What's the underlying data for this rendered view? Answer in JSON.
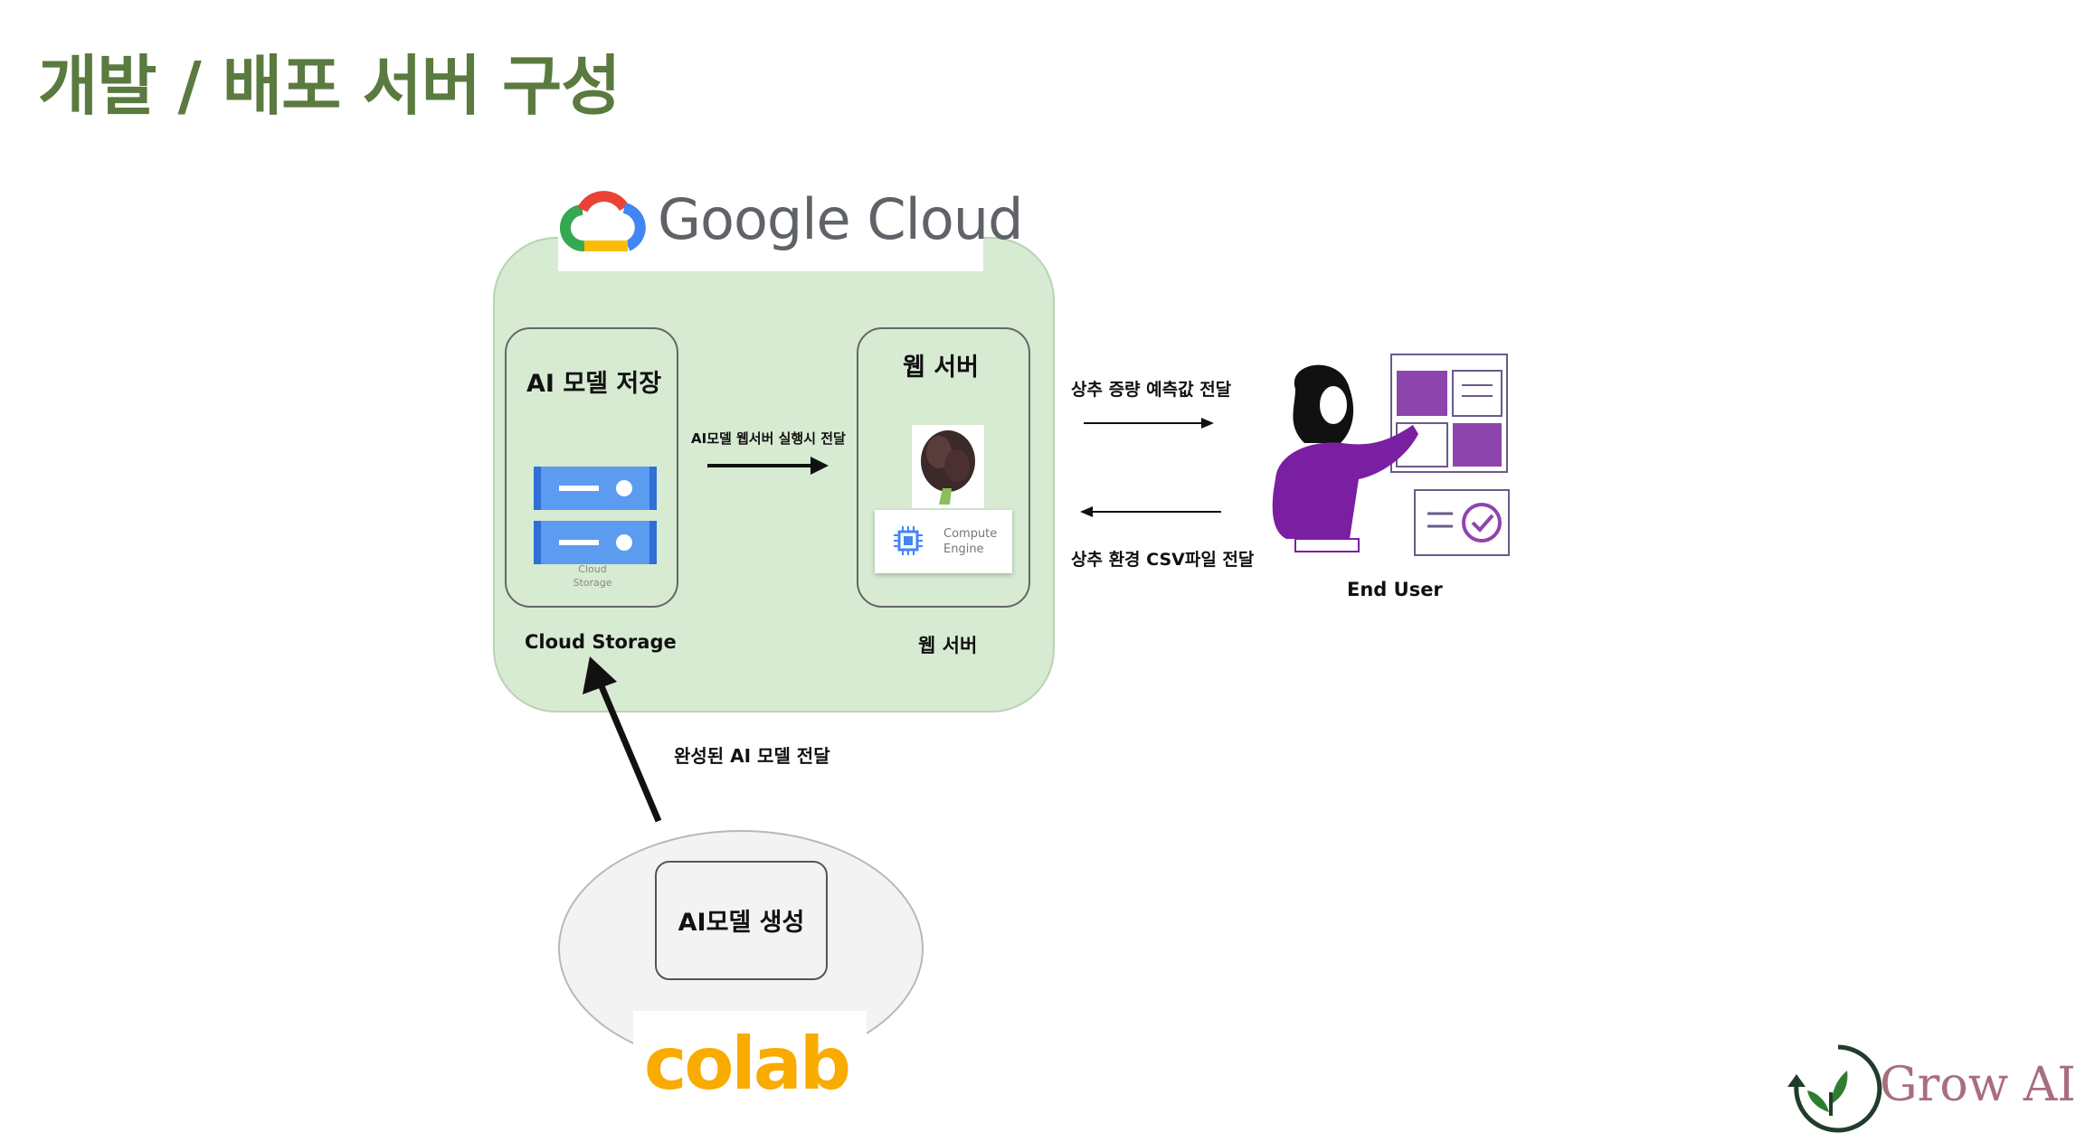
{
  "slide": {
    "title": "개발 / 배포 서버 구성"
  },
  "google_cloud": {
    "logo_text": "Google Cloud"
  },
  "nodes": {
    "storage": {
      "title": "AI 모델 저장",
      "caption": "Cloud Storage",
      "icon_caption": "Cloud Storage"
    },
    "web": {
      "title": "웹 서버",
      "caption": "웹 서버",
      "compute_label": "Compute Engine"
    }
  },
  "arrows": {
    "model_transfer": "AI모델 웹서버 실행시 전달",
    "predict": "상추 증량 예측값 전달",
    "csv": "상추 환경 CSV파일 전달",
    "final_model": "완성된 AI 모델 전달"
  },
  "end_user": {
    "label": "End User"
  },
  "colab": {
    "inner_label": "AI모델 생성",
    "logo_text": "colab"
  },
  "brand": {
    "text": "Grow AI"
  },
  "colors": {
    "title": "#5a7a3f",
    "gcp_bg": "#d7ead2",
    "colab": "#f9ab00",
    "brand": "#a86d80",
    "purple": "#7b1fa2"
  },
  "icons": [
    "google-cloud-logo-icon",
    "cloud-storage-icon",
    "compute-engine-icon",
    "lettuce-image",
    "end-user-illustration",
    "grow-ai-logo-icon"
  ]
}
